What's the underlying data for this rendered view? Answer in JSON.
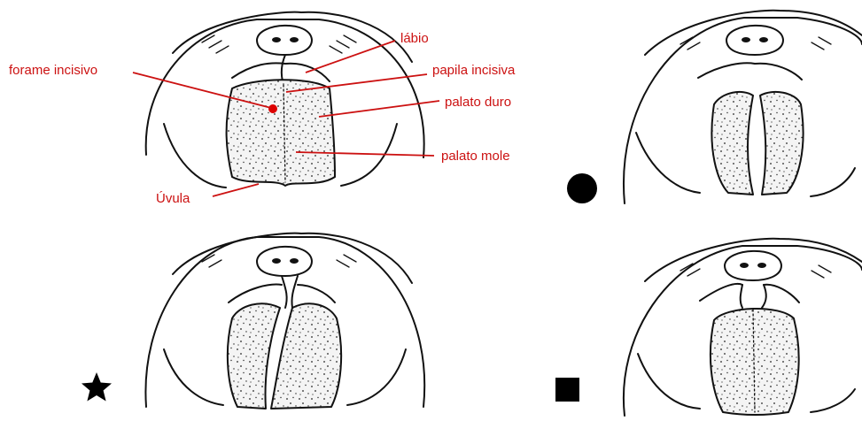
{
  "labels": {
    "labio": "lábio",
    "forame_incisivo": "forame incisivo",
    "papila_incisiva": "papila incisiva",
    "palato_duro": "palato duro",
    "palato_mole": "palato mole",
    "uvula": "Úvula"
  },
  "markers": {
    "panel_top_right": "black-circle",
    "panel_bottom_left": "black-star",
    "panel_bottom_right": "black-square"
  },
  "colors": {
    "label_text": "#cc1111",
    "foramen_dot": "#dd0000",
    "ink": "#111111"
  }
}
